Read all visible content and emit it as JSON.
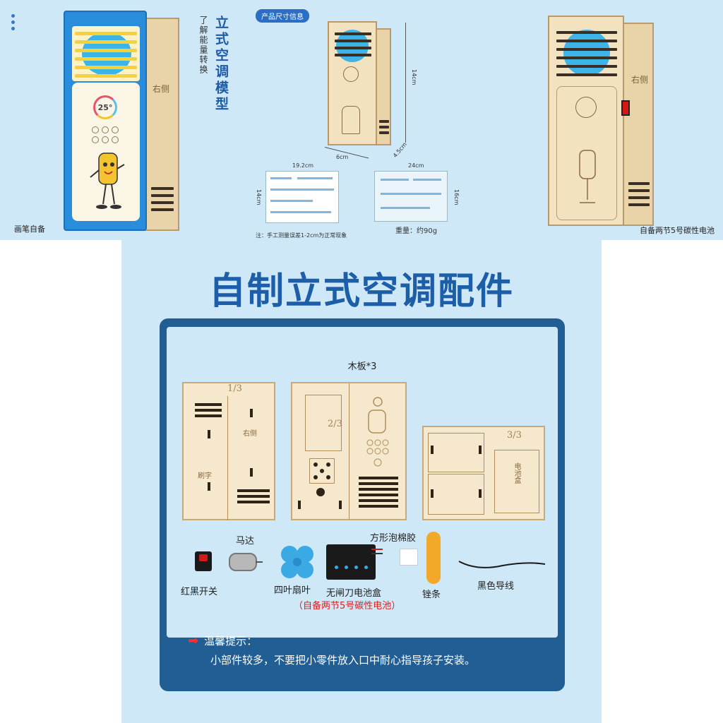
{
  "banner": {
    "title_vertical": "立式空调模型",
    "subtitle_vertical": "了解能量转换",
    "caption_left": "画笔自备",
    "caption_right": "自备两节5号碳性电池",
    "display_temp": "25°",
    "side_engraving": "右侧"
  },
  "info": {
    "label": "产品尺寸信息",
    "height": "14cm",
    "width": "6cm",
    "depth": "4.5cm",
    "manual_width": "19.2cm",
    "manual_height": "14cm",
    "pack_width": "24cm",
    "pack_height": "16cm",
    "weight": "重量：约90g",
    "note": "注：手工测量误差1-2cm为正常现象"
  },
  "heading": "自制立式空调配件",
  "parts": {
    "boards": "木板*3",
    "board_numbers": [
      "1/3",
      "2/3",
      "3/3"
    ],
    "board_engravings": [
      "右侧",
      "刷字",
      "电池盒"
    ],
    "switch": "红黑开关",
    "motor": "马达",
    "fan": "四叶扇叶",
    "battery_box": "无闸刀电池盒",
    "battery_note": "（自备两节5号碳性电池）",
    "foam": "方形泡棉胶",
    "file": "锉条",
    "wire": "黑色导线"
  },
  "tips": {
    "title": "温馨提示：",
    "body": "小部件较多，不要把小零件放入口中耐心指导孩子安装。"
  },
  "colors": {
    "brand_blue": "#1d5ea8",
    "panel_blue": "#215e93",
    "background": "#cfe8f7",
    "warning_red": "#d42020"
  }
}
